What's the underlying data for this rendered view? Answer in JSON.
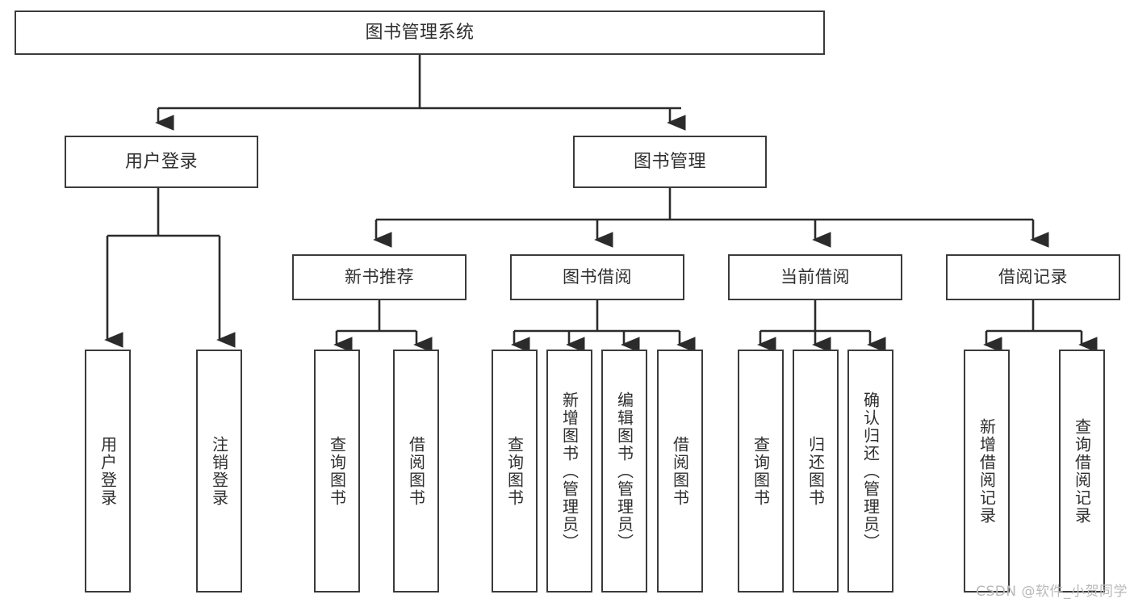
{
  "diagram": {
    "type": "tree",
    "title": "图书管理系统",
    "orientation": "top-down",
    "colors": {
      "background": "#ffffff",
      "box_border": "#3b3b3b",
      "box_fill": "#ffffff",
      "connector": "#2b2b2b",
      "text": "#2f2f2f",
      "watermark": "#b9b9b9"
    },
    "root": {
      "label": "图书管理系统"
    },
    "level2": [
      {
        "label": "用户登录"
      },
      {
        "label": "图书管理"
      }
    ],
    "level3": [
      {
        "label": "新书推荐"
      },
      {
        "label": "图书借阅"
      },
      {
        "label": "当前借阅"
      },
      {
        "label": "借阅记录"
      }
    ],
    "leaves": {
      "user_login": [
        {
          "label": "用户登录"
        },
        {
          "label": "注销登录"
        }
      ],
      "new_book_recommend": [
        {
          "label": "查询图书"
        },
        {
          "label": "借阅图书"
        }
      ],
      "book_borrow": [
        {
          "label": "查询图书"
        },
        {
          "label": "新增图书（管理员）"
        },
        {
          "label": "编辑图书（管理员）"
        },
        {
          "label": "借阅图书"
        }
      ],
      "current_borrow": [
        {
          "label": "查询图书"
        },
        {
          "label": "归还图书"
        },
        {
          "label": "确认归还（管理员）"
        }
      ],
      "borrow_record": [
        {
          "label": "新增借阅记录"
        },
        {
          "label": "查询借阅记录"
        }
      ]
    },
    "watermark": "CSDN @软件_小贺同学"
  }
}
